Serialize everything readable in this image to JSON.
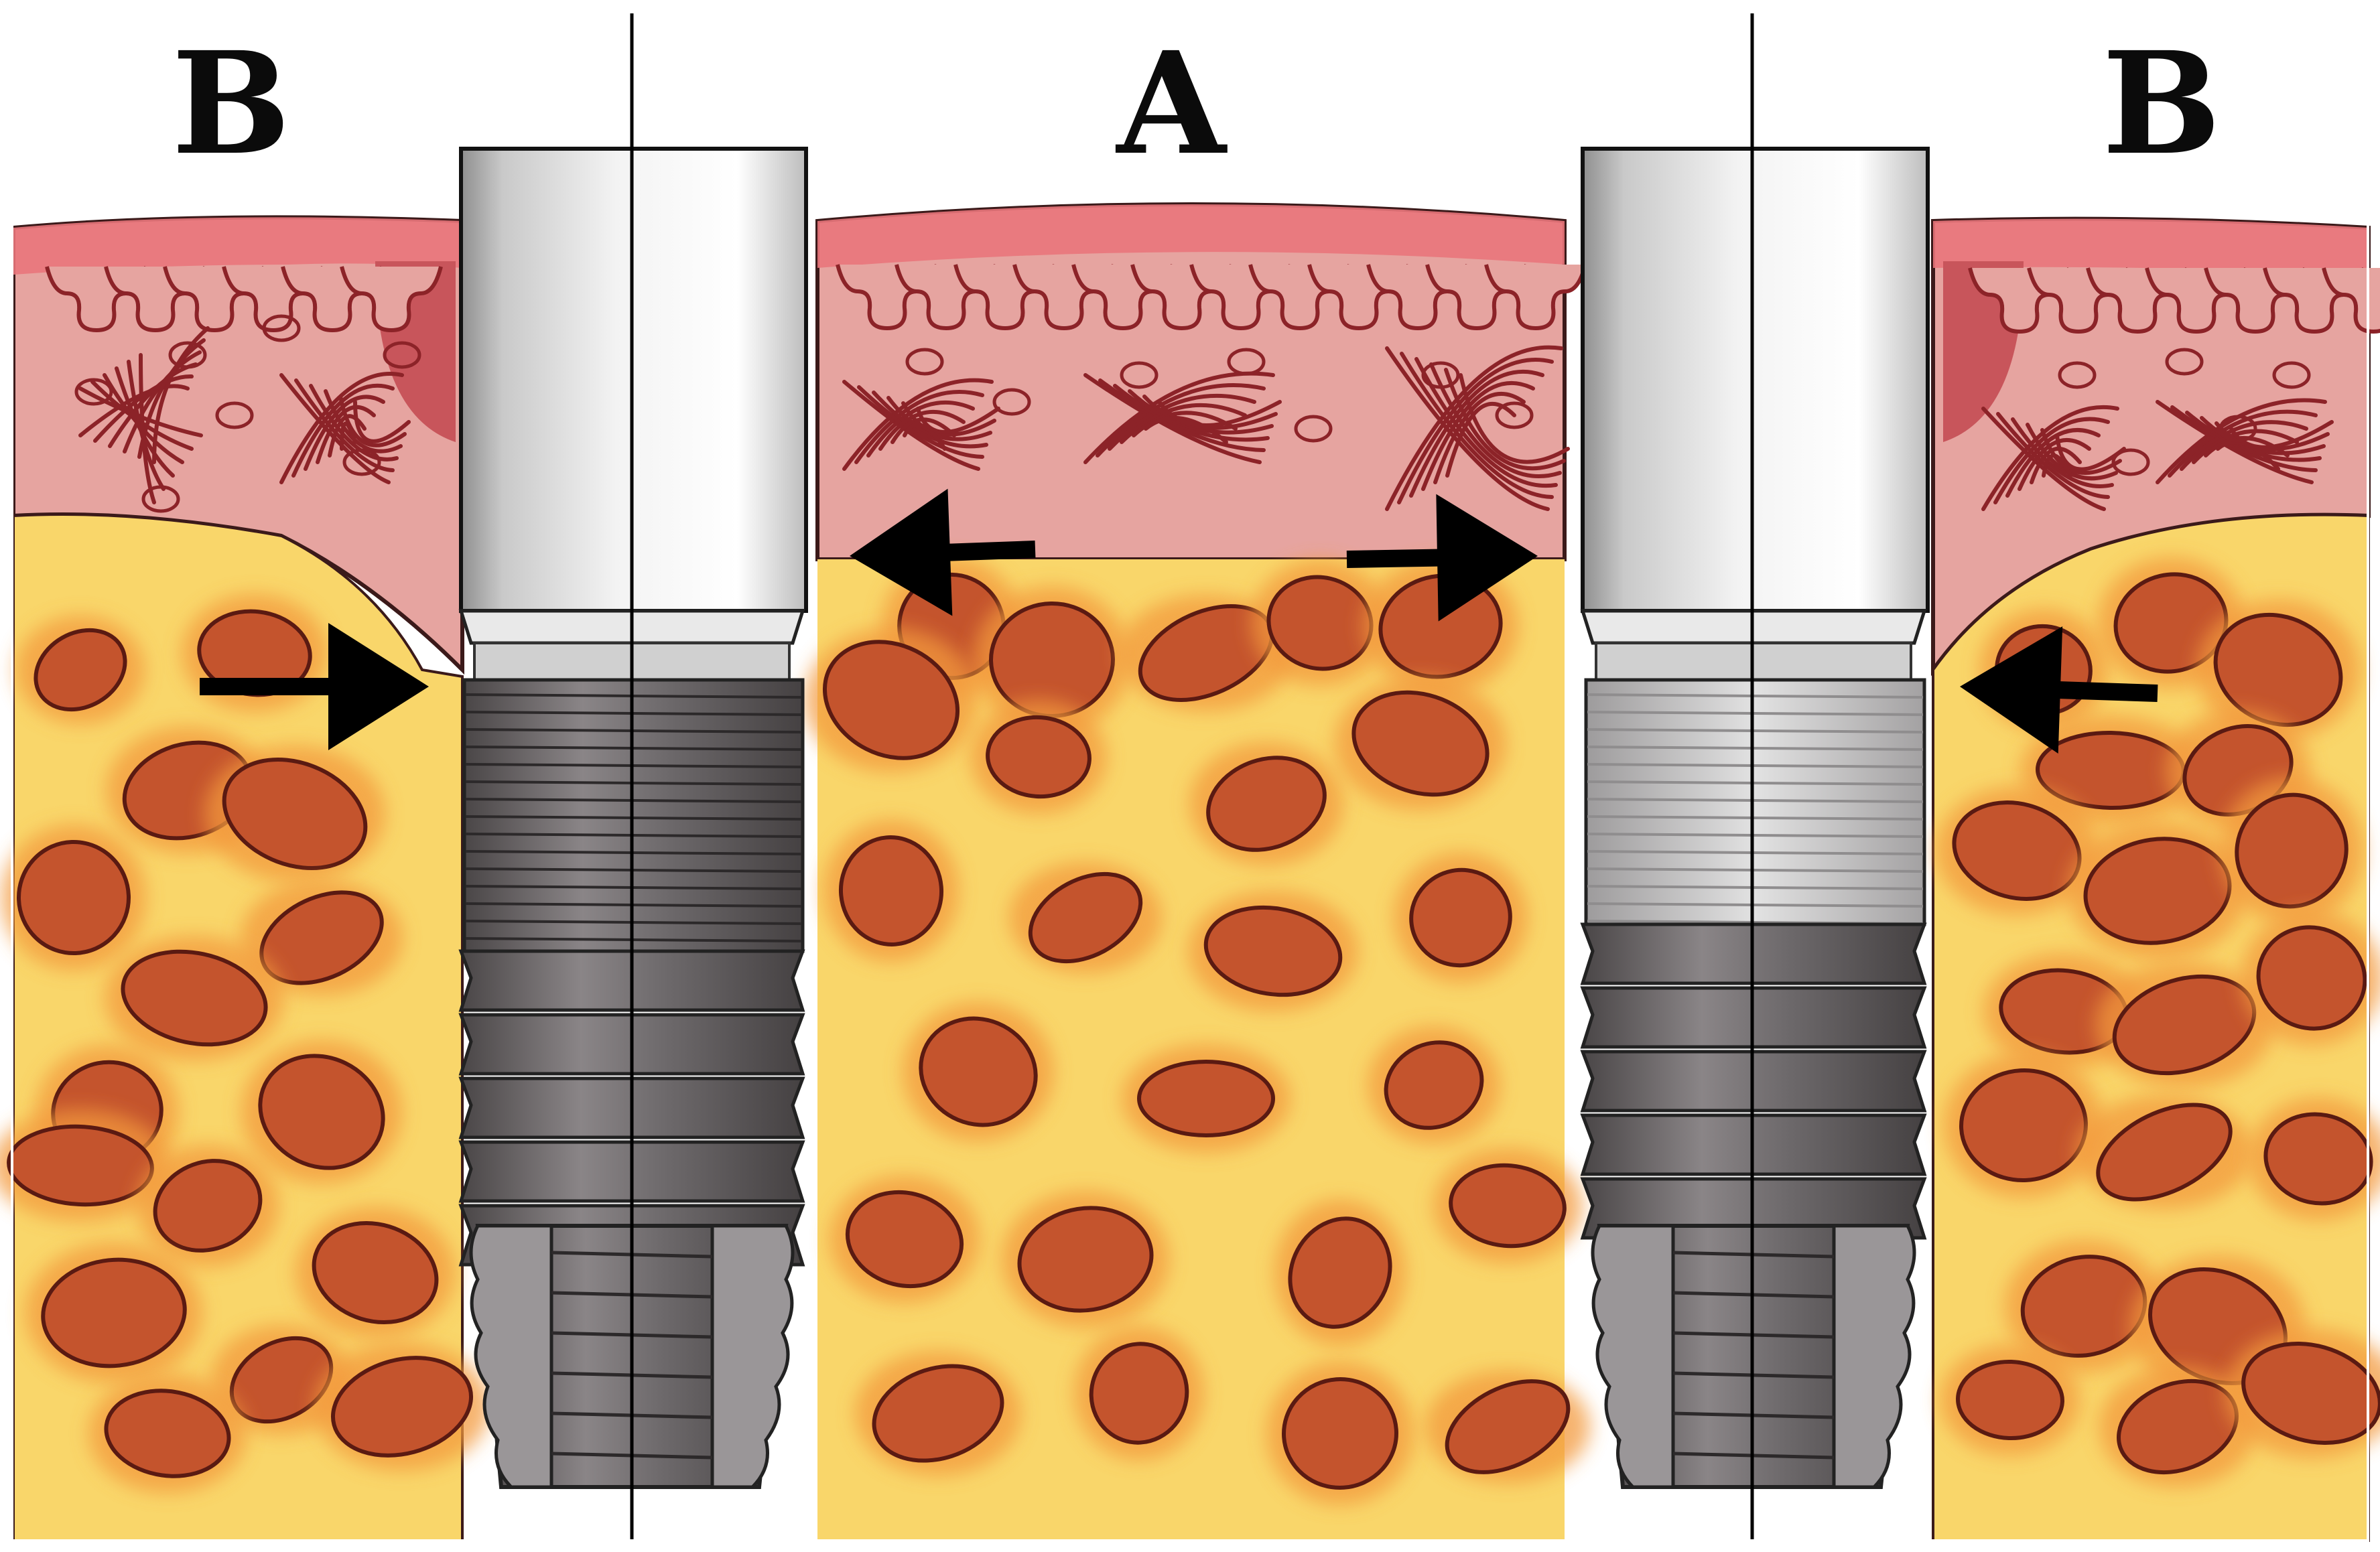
{
  "labels": {
    "left_region": "B",
    "center_region": "A",
    "right_region": "B"
  },
  "colors": {
    "bone": "#f9d66a",
    "bone_glow": "#f39a3d",
    "marrow": "#c4542d",
    "marrow_outline": "#5a1a12",
    "soft_tissue": "#e6a4a0",
    "soft_tissue_dark": "#c46c6e",
    "epithelium": "#e9757b",
    "fibers": "#8c2328",
    "abutment": "#dcdcdc",
    "implant_thread": "#6a6668",
    "axis_line": "#000000"
  },
  "elements": [
    "soft-tissue",
    "bone",
    "bone-marrow-spaces",
    "implant-left",
    "implant-right",
    "implant-axis",
    "tissue-arrow"
  ]
}
